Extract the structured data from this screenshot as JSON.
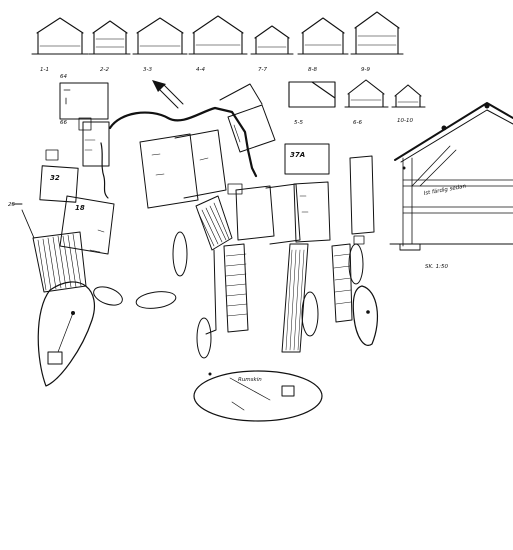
{
  "sections": [
    {
      "label": "1-1"
    },
    {
      "label": "2-2"
    },
    {
      "label": "3-3"
    },
    {
      "label": "4-4"
    },
    {
      "label": "7-7"
    },
    {
      "label": "8-8"
    },
    {
      "label": "9-9"
    },
    {
      "label": "5-5"
    },
    {
      "label": "6-6"
    },
    {
      "label": "10-10"
    }
  ],
  "plan_labels": {
    "b": "64",
    "c": "32",
    "d": "18",
    "f": "37A",
    "g": "25",
    "h": "66"
  },
  "detail": {
    "note": "Ist färdig sedan",
    "scale": "SK. 1:50"
  },
  "boat_text": "Rumskin"
}
